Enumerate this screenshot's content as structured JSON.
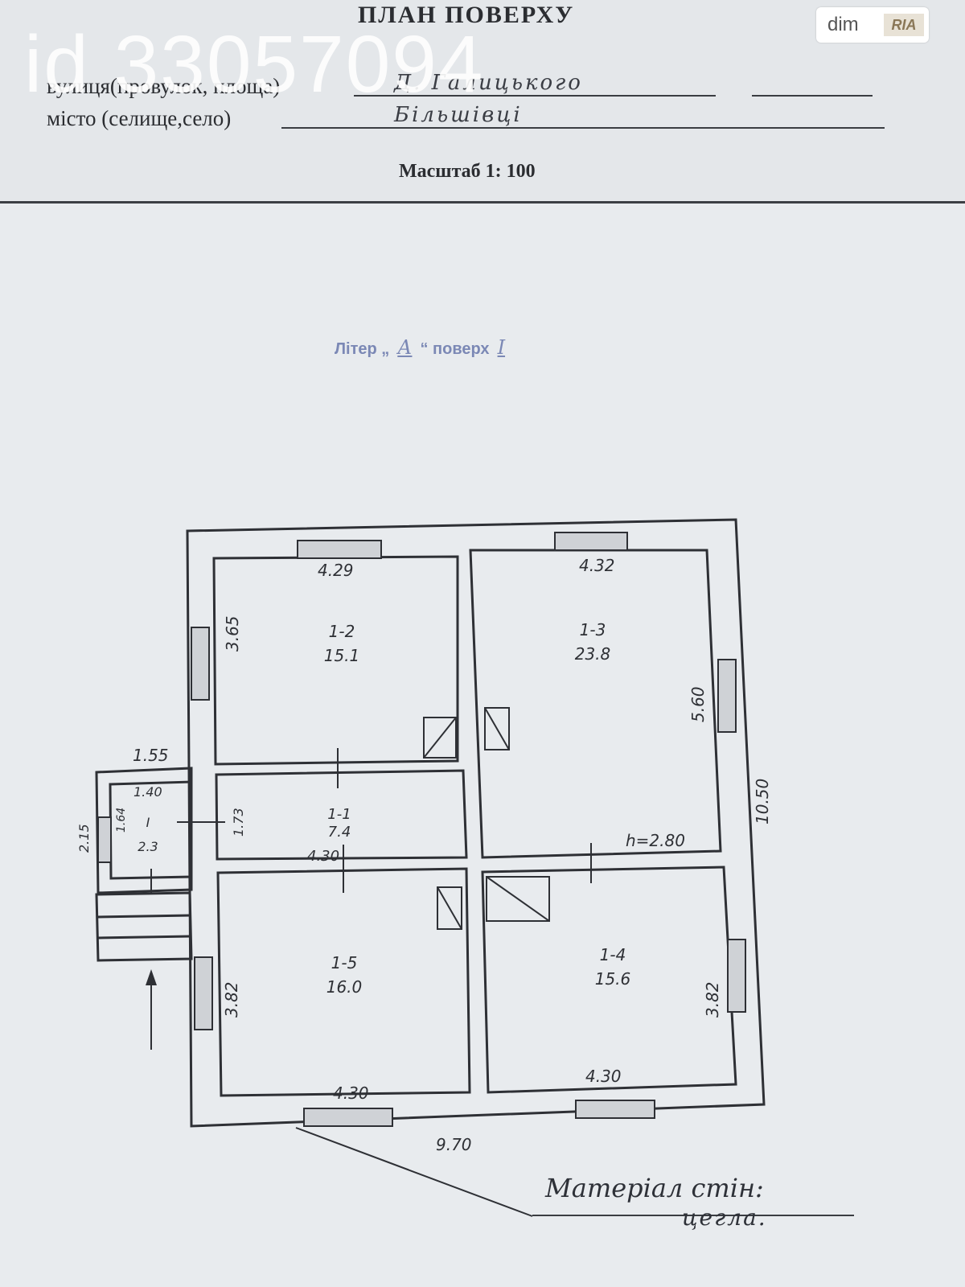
{
  "header": {
    "title": "ПЛАН ПОВЕРХУ",
    "street_label": "вулиця(провулок, площа)",
    "street_value": "Д. Галицького",
    "city_label": "місто (селище,село)",
    "city_value": "Більшівці",
    "scale": "Масштаб 1: 100"
  },
  "watermark": "id 33057094",
  "logo": {
    "left": "dim",
    "right": "RIA"
  },
  "litera": {
    "prefix": "Літер „",
    "letter": "А",
    "middle": "“ поверх",
    "floor": "I"
  },
  "rooms": [
    {
      "id": "1-2",
      "area": "15.1"
    },
    {
      "id": "1-3",
      "area": "23.8"
    },
    {
      "id": "1-1",
      "area": "7.4"
    },
    {
      "id": "1-5",
      "area": "16.0"
    },
    {
      "id": "1-4",
      "area": "15.6"
    },
    {
      "id": "I",
      "area": "2.3"
    }
  ],
  "dimensions": {
    "d1": "4.29",
    "d2": "4.32",
    "d3": "3.65",
    "d4": "5.60",
    "d5": "10.50",
    "d6": "1.55",
    "d7": "1.40",
    "d8": "2.15",
    "d9": "1.64",
    "d10": "1.73",
    "d11": "4.30",
    "d12": "3.82",
    "d13": "3.82",
    "d14": "4.30",
    "d15": "4.30",
    "d16": "9.70",
    "height": "h=2.80"
  },
  "material": {
    "label": "Матеріал стін:",
    "value": "цегла."
  }
}
